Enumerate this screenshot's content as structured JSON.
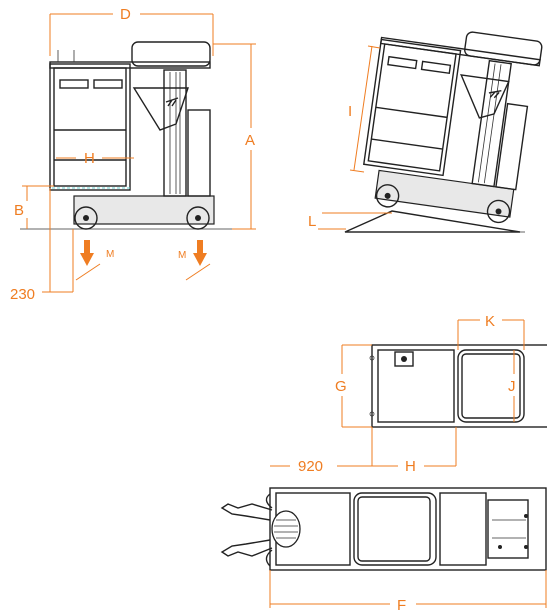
{
  "dimension_labels": {
    "A": "A",
    "B": "B",
    "D": "D",
    "F": "F",
    "G": "G",
    "H_side": "H",
    "H_top": "H",
    "I": "I",
    "J": "J",
    "K": "K",
    "L": "L",
    "M_left": "M",
    "M_right": "M",
    "value_230": "230",
    "value_920": "920"
  },
  "colors": {
    "dimension": "#ef7d22",
    "drawing": "#222222",
    "load_arrow": "#ef7d22"
  },
  "icons": [
    "logo-mark-icon",
    "load-arrow-icon",
    "operator-figure-icon"
  ]
}
